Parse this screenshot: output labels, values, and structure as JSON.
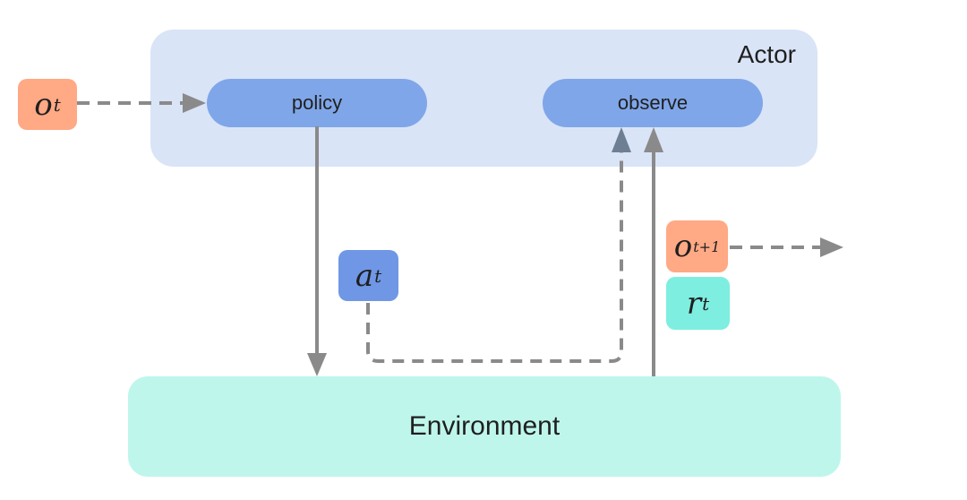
{
  "actor": {
    "label": "Actor"
  },
  "policy": {
    "label": "policy"
  },
  "observe": {
    "label": "observe"
  },
  "environment": {
    "label": "Environment"
  },
  "symbols": {
    "o_t": {
      "base": "o",
      "sub": "t"
    },
    "a_t": {
      "base": "a",
      "sub": "t"
    },
    "o_t1": {
      "base": "o",
      "sub": "t+1"
    },
    "r_t": {
      "base": "r",
      "sub": "t"
    }
  },
  "colors": {
    "actor_bg": "#d9e4f7",
    "pill": "#7fa6e8",
    "environment_bg": "#bff6ec",
    "observation": "#ffa985",
    "action": "#6f97e6",
    "reward": "#7eeee0",
    "arrow": "#8a8a8a"
  }
}
